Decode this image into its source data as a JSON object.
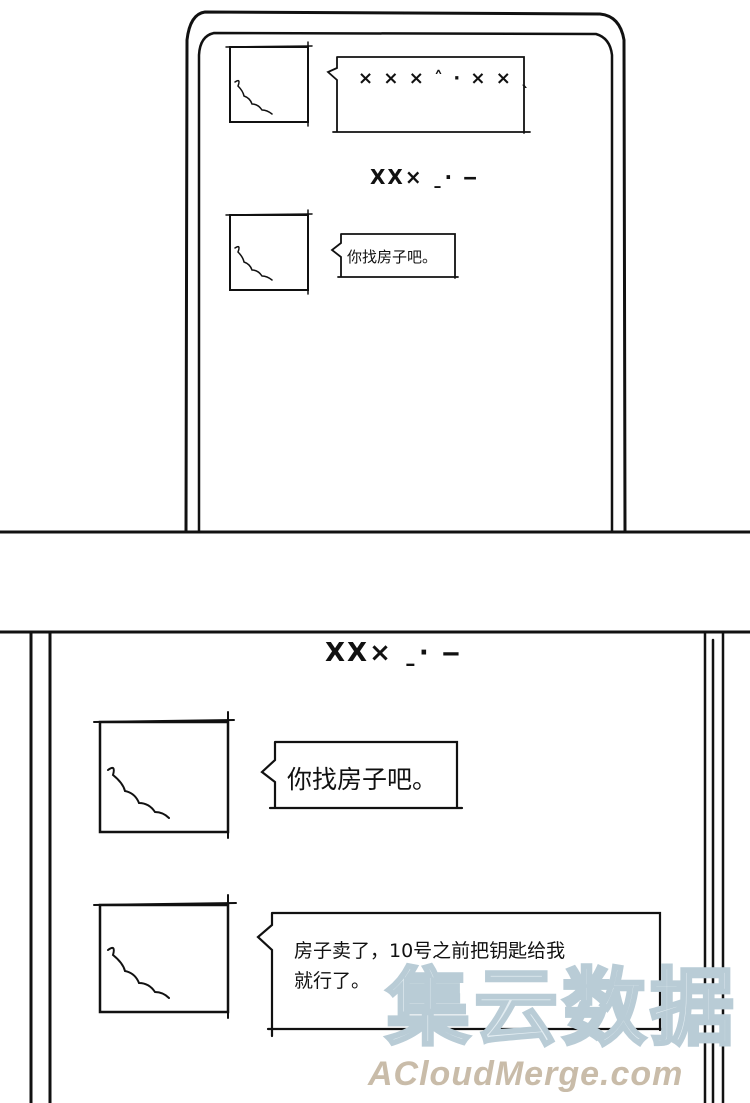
{
  "panel1": {
    "message1_placeholder": "× × × ˄ ·  × × ˎ",
    "sender_name_scribble": "XX× ˍ· ‒",
    "message2": "你找房子吧。"
  },
  "panel2": {
    "sender_name_scribble": "XX× ˍ· ‒",
    "message1": "你找房子吧。",
    "message2_line1": "房子卖了，10号之前把钥匙给我",
    "message2_line2": "就行了。"
  },
  "watermark": {
    "chinese": "集云数据",
    "latin": "ACloudMerge.com"
  }
}
